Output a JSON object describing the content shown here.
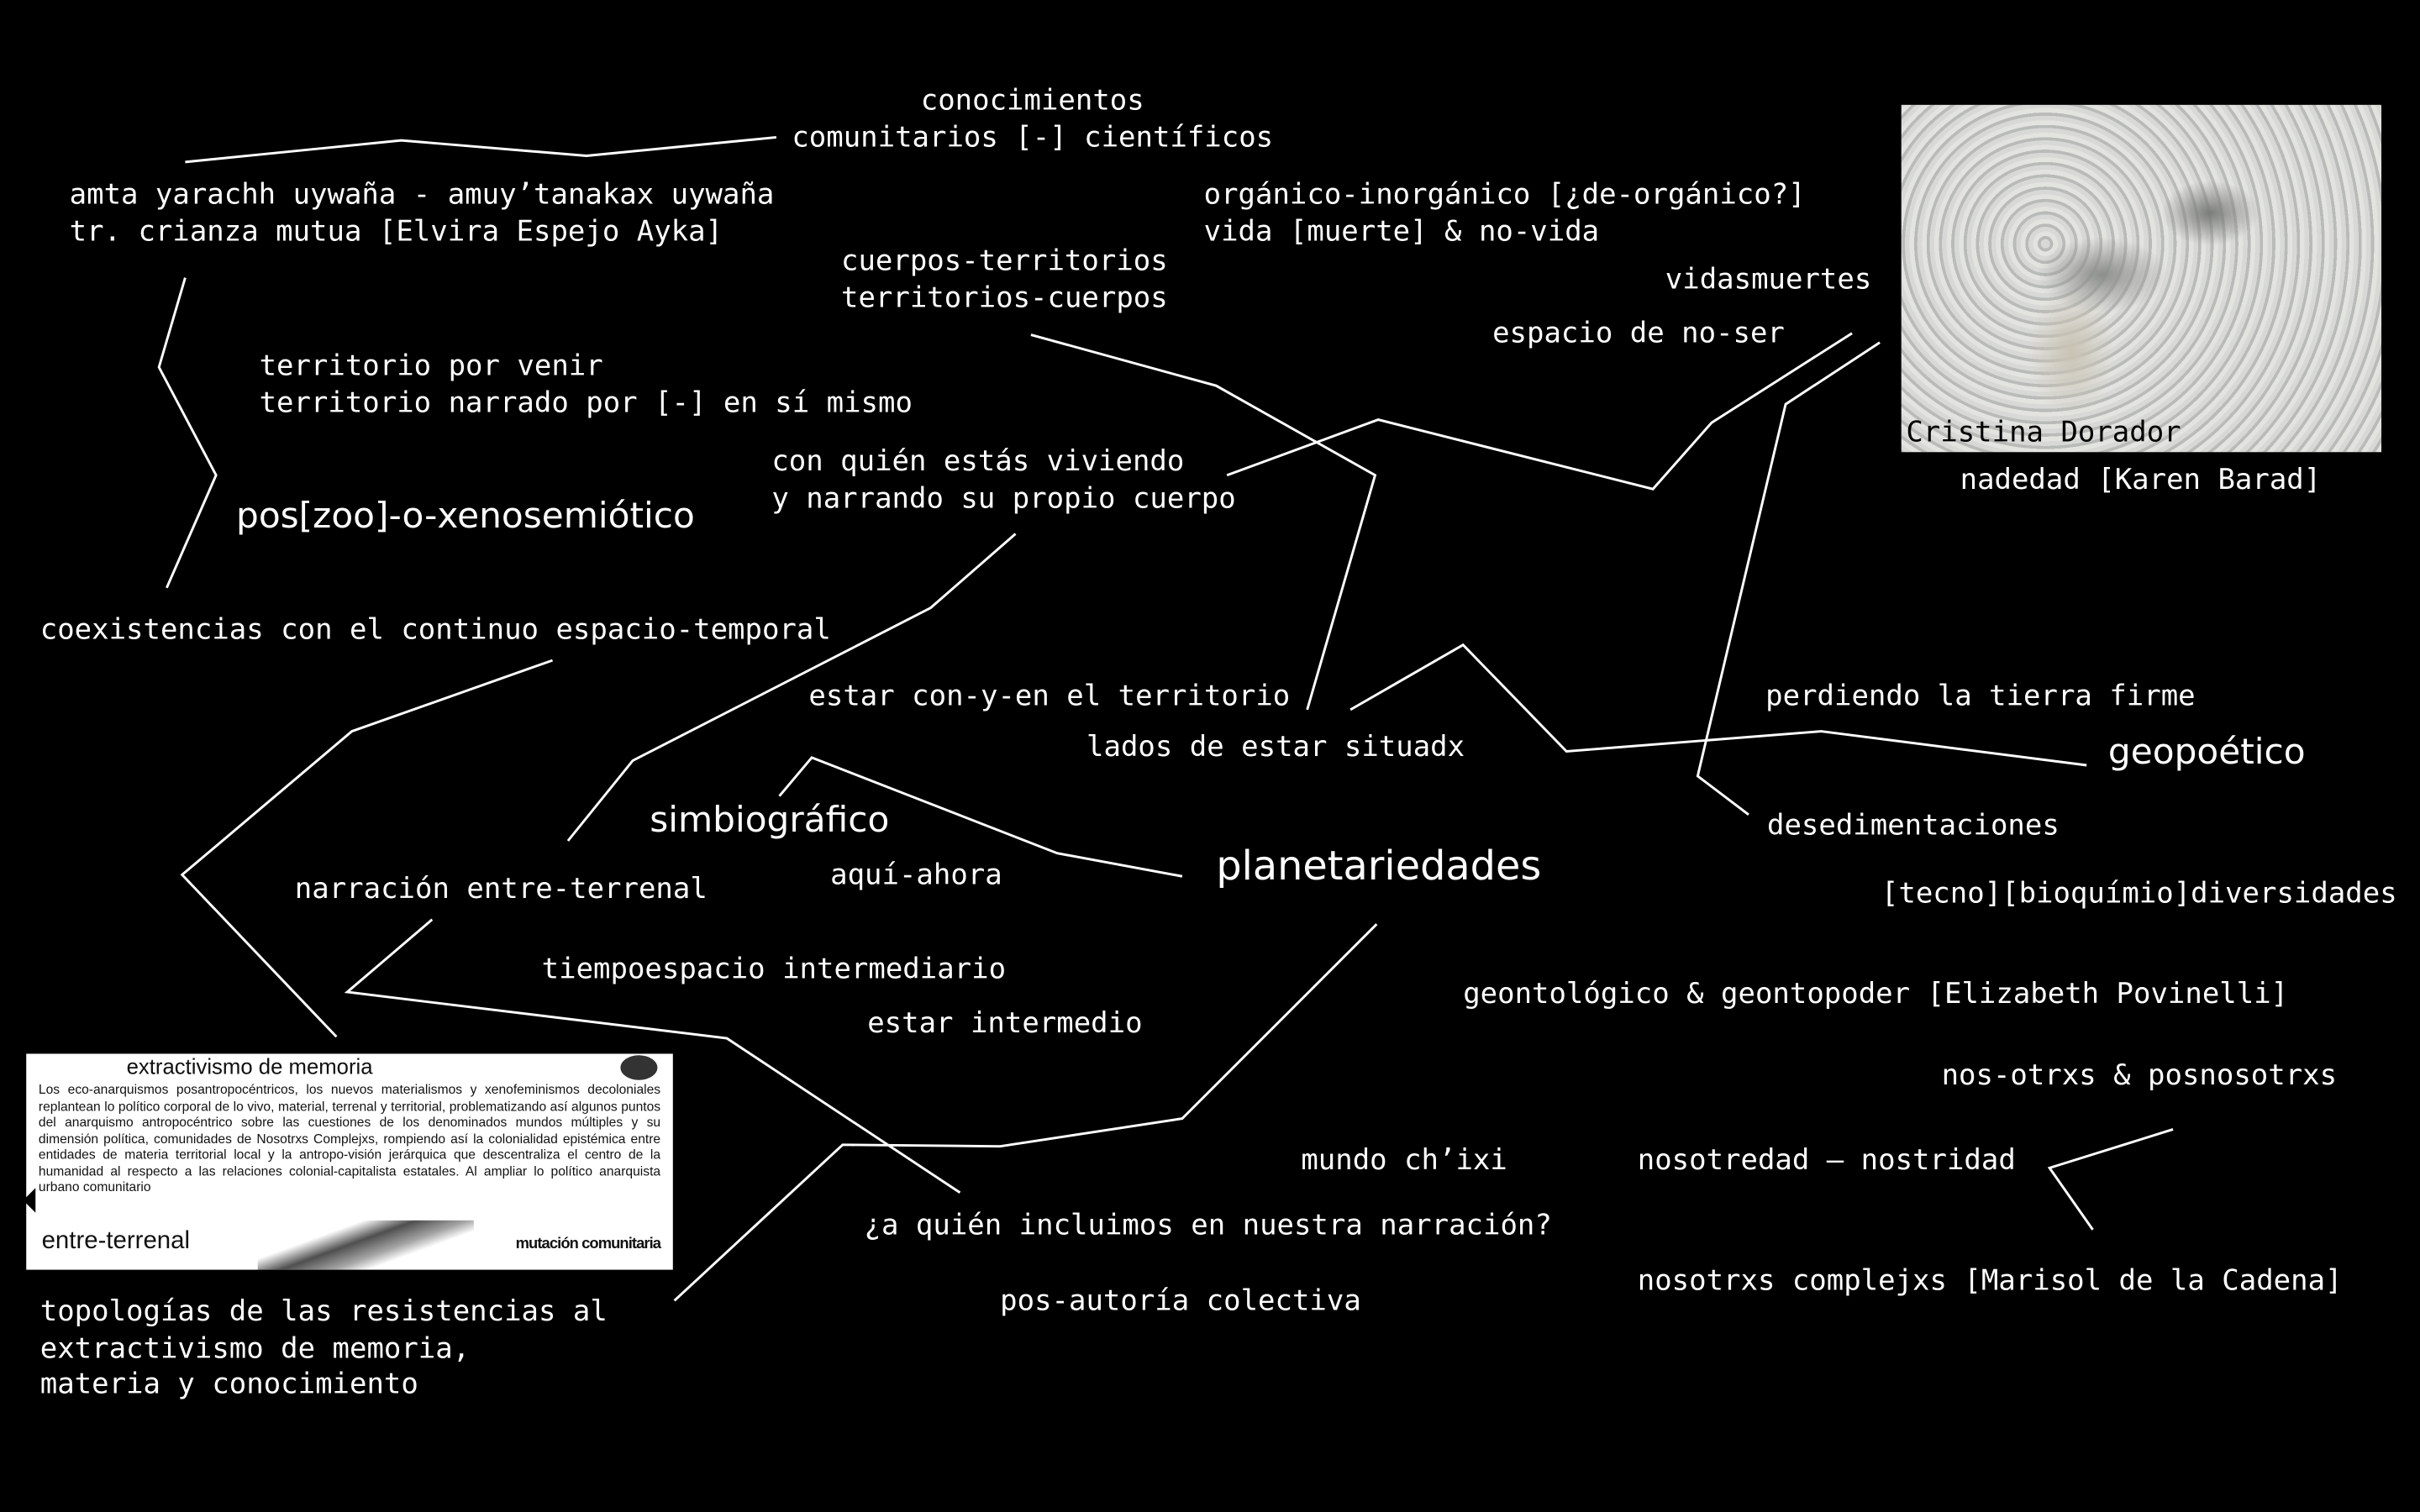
{
  "nodes": {
    "conocimientos": "conocimientos\ncomunitarios [-] científicos",
    "amta": "amta yarachh uywaña - amuy’tanakax uywaña\ntr. crianza mutua [Elvira Espejo Ayka]",
    "organico": "orgánico-inorgánico [¿de-orgánico?]\nvida [muerte] & no-vida",
    "cuerpos": "cuerpos-territorios\nterritorios-cuerpos",
    "vidasmuertes": "vidasmuertes",
    "espacio_no_ser": "espacio de no-ser",
    "territorio_venir": "territorio por venir\nterritorio narrado por [-] en sí mismo",
    "con_quien": "con quién estás viviendo\ny narrando su propio cuerpo",
    "poszoo": "pos[zoo]-o-xenosemiótico",
    "nadedad": "nadedad [Karen Barad]",
    "coexistencias": "coexistencias con el continuo espacio-temporal",
    "estar_con": "estar con-y-en el territorio",
    "perdiendo": "perdiendo la tierra firme",
    "lados": "lados de estar situadx",
    "geopoetico": "geopoético",
    "simbiografico": "simbiográfico",
    "desedimentaciones": "desedimentaciones",
    "aqui_ahora": "aquí-ahora",
    "planetariedades": "planetariedades",
    "narracion": "narración entre-terrenal",
    "tecno": "[tecno][bioquímio]diversidades",
    "tiempoespacio": "tiempoespacio intermediario",
    "geontologico": "geontológico & geontopoder [Elizabeth Povinelli]",
    "estar_intermedio": "estar intermedio",
    "nos_otrxs": "nos-otrxs & posnosotrxs",
    "mundo_chixi": "mundo ch’ixi",
    "nosotredad": "nosotredad – nostridad",
    "a_quien": "¿a quién incluimos en nuestra narración?",
    "pos_autoria": "pos-autoría colectiva",
    "nosotrxs_complejxs": "nosotrxs complejxs [Marisol de la Cadena]",
    "topologias": "topologías de las resistencias al\nextractivismo de memoria,\nmateria y conocimiento"
  },
  "photo": {
    "credit": "Cristina Dorador"
  },
  "collage": {
    "title": "extractivismo de memoria",
    "paragraph": "Los eco-anarquismos posantropocéntricos, los nuevos materialismos y xenofeminismos decoloniales replantean lo político corporal de lo vivo, material, terrenal y territorial, problematizando así algunos puntos del anarquismo antropocéntrico sobre las cuestiones de los denominados mundos múltiples y su dimensión política, comunidades de Nosotrxs Complejxs, rompiendo así la colonialidad epistémica entre entidades de materia territorial local y la antropo-visión jerárquica que descentraliza el centro de la humanidad al respecto a las relaciones colonial-capitalista estatales. Al ampliar lo político anarquista urbano comunitario",
    "mutacion": "mutación comunitaria",
    "entre_terrenal": "entre-terrenal"
  }
}
